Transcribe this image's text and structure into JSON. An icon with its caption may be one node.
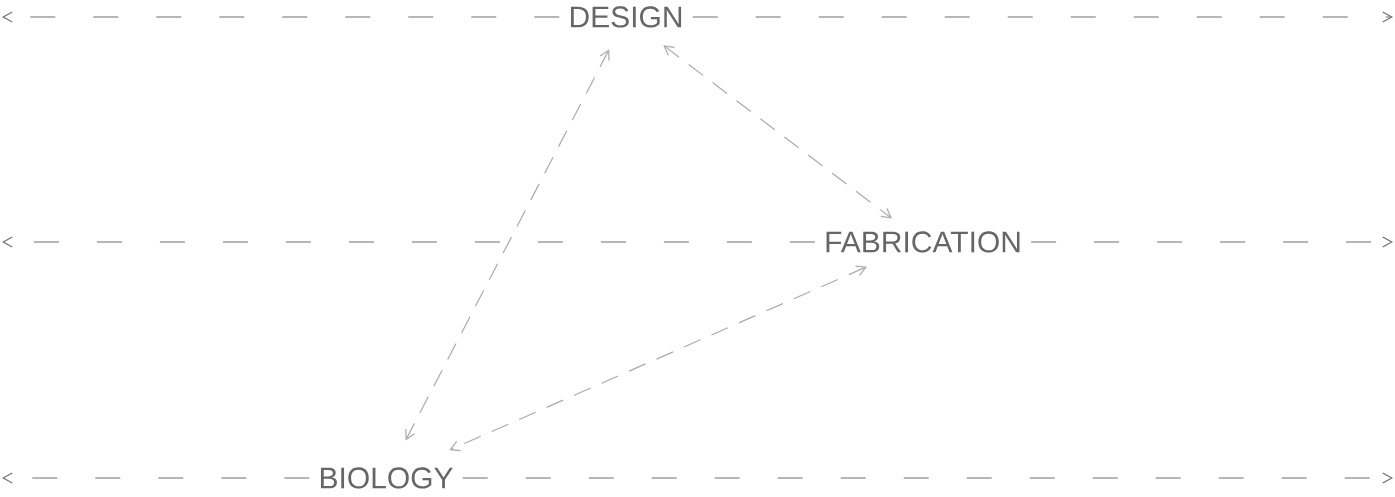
{
  "diagram": {
    "nodes": [
      {
        "text": [
          "DESIGN"
        ]
      },
      {
        "text": [
          "FABRICATION"
        ]
      },
      {
        "text": [
          "BIOLOGY"
        ]
      }
    ],
    "edges": [
      {
        "from": 0,
        "to": null,
        "arrow": "to",
        "style": "dashed"
      },
      {
        "from": 0,
        "to": null,
        "arrow": "to",
        "style": "dashed"
      },
      {
        "from": 1,
        "to": null,
        "arrow": "to",
        "style": "dashed"
      },
      {
        "from": 1,
        "to": null,
        "arrow": "to",
        "style": "dashed"
      },
      {
        "from": 2,
        "to": null,
        "arrow": "to",
        "style": "dashed"
      },
      {
        "from": 2,
        "to": null,
        "arrow": "to",
        "style": "dashed"
      },
      {
        "from": 0,
        "to": 1,
        "arrow": "both",
        "style": "dashed",
        "color": "#aaaaaa"
      },
      {
        "from": 0,
        "to": 2,
        "arrow": "both",
        "style": "dashed",
        "color": "#aaaaaa"
      },
      {
        "from": 1,
        "to": 2,
        "arrow": "both",
        "style": "dashed",
        "color": "#aaaaaa"
      }
    ]
  }
}
